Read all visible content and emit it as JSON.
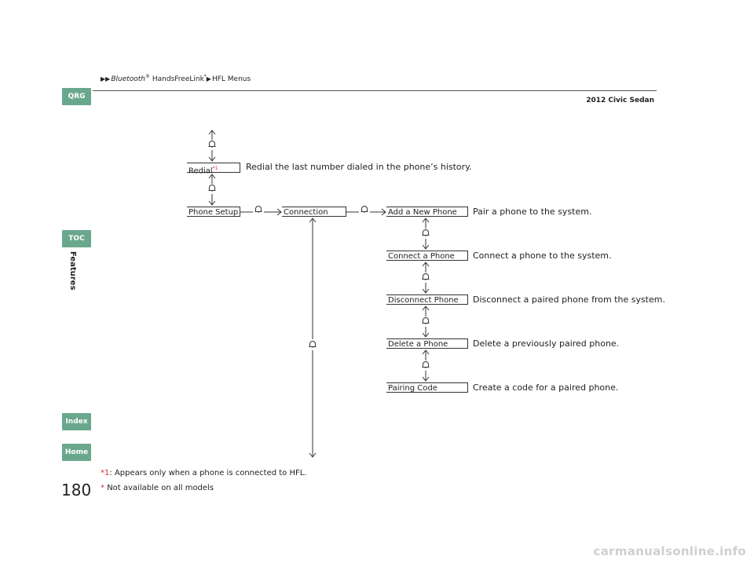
{
  "header": {
    "breadcrumb_part1": "Bluetooth",
    "breadcrumb_reg": "®",
    "breadcrumb_part2": " HandsFreeLink",
    "breadcrumb_star": "*",
    "breadcrumb_part3": "HFL Menus",
    "model": "2012 Civic Sedan"
  },
  "nav": {
    "qrg": "QRG",
    "toc": "TOC",
    "index": "Index",
    "home": "Home",
    "section": "Features"
  },
  "menu": {
    "redial": "Redial",
    "redial_star": "*1",
    "redial_desc": "Redial the last number dialed in the phone’s history.",
    "phone_setup": "Phone Setup",
    "connection": "Connection",
    "items": [
      {
        "label": "Add a New Phone",
        "desc": "Pair a phone to the system."
      },
      {
        "label": "Connect a Phone",
        "desc": "Connect a phone to the system."
      },
      {
        "label": "Disconnect Phone",
        "desc": "Disconnect a paired phone from the system."
      },
      {
        "label": "Delete a Phone",
        "desc": "Delete a previously paired phone."
      },
      {
        "label": "Pairing Code",
        "desc": "Create a code for a paired phone."
      }
    ]
  },
  "footnotes": {
    "note1_mark": "*1",
    "note1_text": ": Appears only when a phone is connected to HFL.",
    "note2_mark": "*",
    "note2_text": "Not available on all models"
  },
  "page_number": "180",
  "watermark": "carmanualsonline.info"
}
